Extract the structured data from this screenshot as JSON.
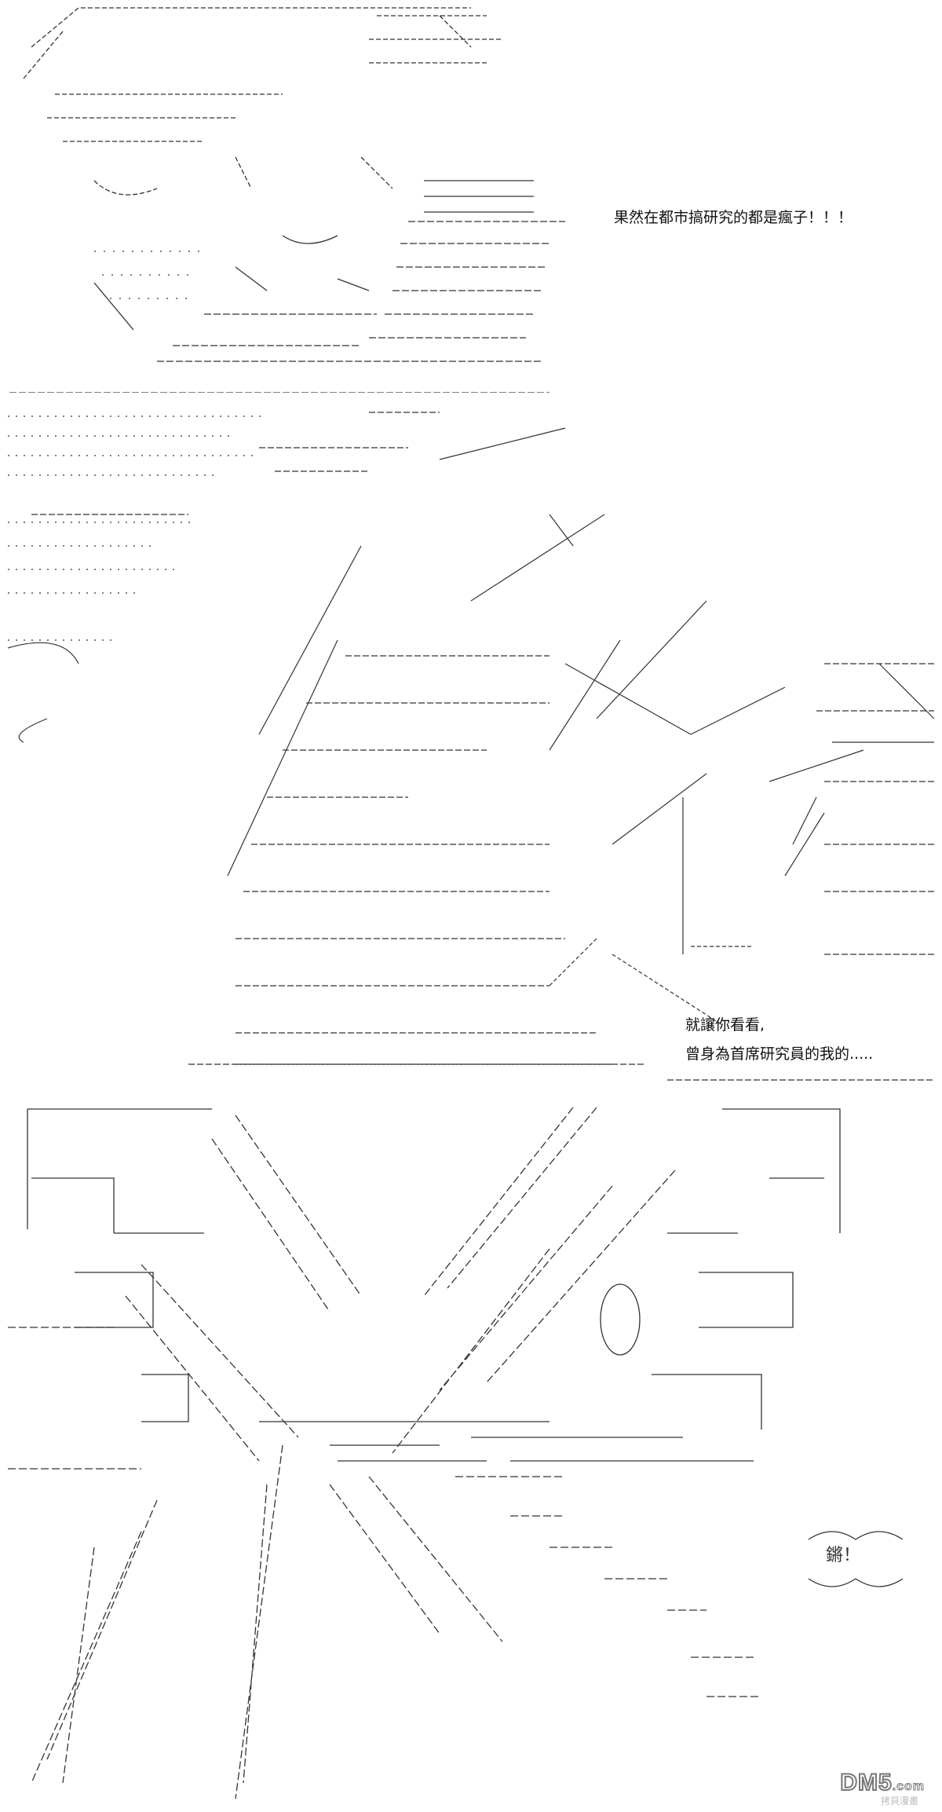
{
  "panels": [
    {
      "dialog": [
        "果然在都市搞研究的都是瘋子！！！"
      ]
    },
    {
      "dialog": [
        "就讓你看看,",
        "曾身為首席研究員的我的....."
      ]
    },
    {
      "sfx": "鏘！"
    }
  ],
  "watermark": {
    "brand": "DM5",
    "suffix": ".com",
    "sub": "拷貝漫畫"
  },
  "colors": {
    "ink": "#222222",
    "paper": "#ffffff",
    "watermark": "#777777"
  }
}
